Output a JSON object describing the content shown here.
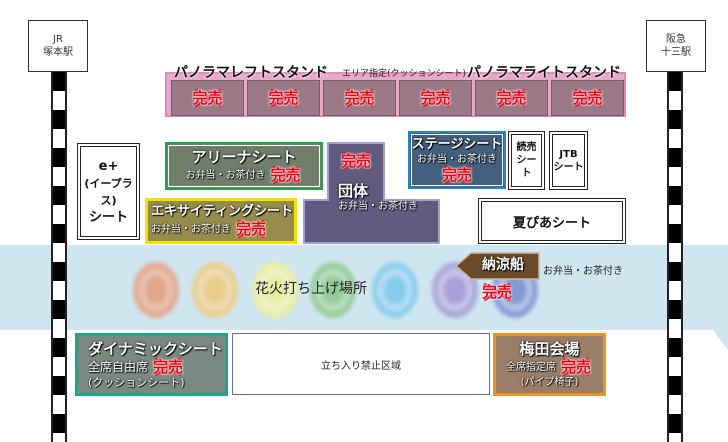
{
  "stations": {
    "jr": [
      "JR",
      "塚本駅"
    ],
    "hankyu": [
      "阪急",
      "十三駅"
    ]
  },
  "panorama": {
    "left_title": "パノラマレフトスタンド",
    "center_title": "エリア指定(クッションシート)",
    "right_title": "パノラマライトスタンド",
    "sections": 6
  },
  "sold_out_label": "完売",
  "seats": {
    "eplus": [
      "e+",
      "(イープラス)",
      "シート"
    ],
    "arena": {
      "title": "アリーナシート",
      "sub": "お弁当・お茶付き"
    },
    "exciting": {
      "title": "エキサイティングシート",
      "sub": "お弁当・お茶付き"
    },
    "dantai": {
      "title": "団体",
      "sub": "お弁当・お茶付き"
    },
    "stage": {
      "title": "ステージシート",
      "sub": "お弁当・お茶付き"
    },
    "yomiuri": [
      "読売",
      "シート"
    ],
    "jtb": [
      "JTB",
      "シート"
    ],
    "natsupia": "夏ぴあシート",
    "boat": {
      "title": "納涼船",
      "sub": "お弁当・お茶付き"
    },
    "dynamic": {
      "title": "ダイナミックシート",
      "sub1": "全席自由席",
      "sub2": "(クッションシート)"
    },
    "umeda": {
      "title": "梅田会場",
      "sub1": "全席指定席",
      "sub2": "(パイプ椅子)"
    }
  },
  "launch_area": "花火打ち上げ場所",
  "no_entry": "立ち入り禁止区域",
  "colors": {
    "sold_out": "#e60012",
    "river": "#cfe6f0",
    "firework_circles": [
      "#e8926a",
      "#f3c36b",
      "#f2ee8a",
      "#7fc27a",
      "#6ec3ec",
      "#9a8ad0",
      "#6b7fc8"
    ]
  }
}
